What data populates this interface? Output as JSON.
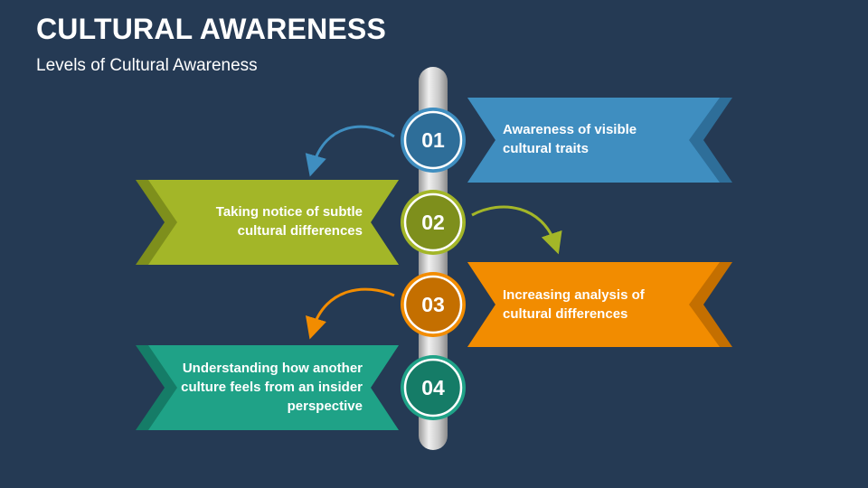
{
  "header": {
    "title": "CULTURAL AWARENESS",
    "subtitle": "Levels of Cultural Awareness"
  },
  "steps": [
    {
      "number": "01",
      "text": "Awareness of visible cultural traits",
      "color": "#3f8ec0",
      "dark": "#2e6e99"
    },
    {
      "number": "02",
      "text": "Taking notice of subtle cultural differences",
      "color": "#a3b628",
      "dark": "#7e8f1c"
    },
    {
      "number": "03",
      "text": "Increasing analysis of cultural differences",
      "color": "#f28c00",
      "dark": "#c46f00"
    },
    {
      "number": "04",
      "text": "Understanding how another culture feels from an insider perspective",
      "color": "#1fa287",
      "dark": "#157c67"
    }
  ],
  "colors": {
    "background": "#253a54",
    "spine": "#c8c8c8"
  }
}
